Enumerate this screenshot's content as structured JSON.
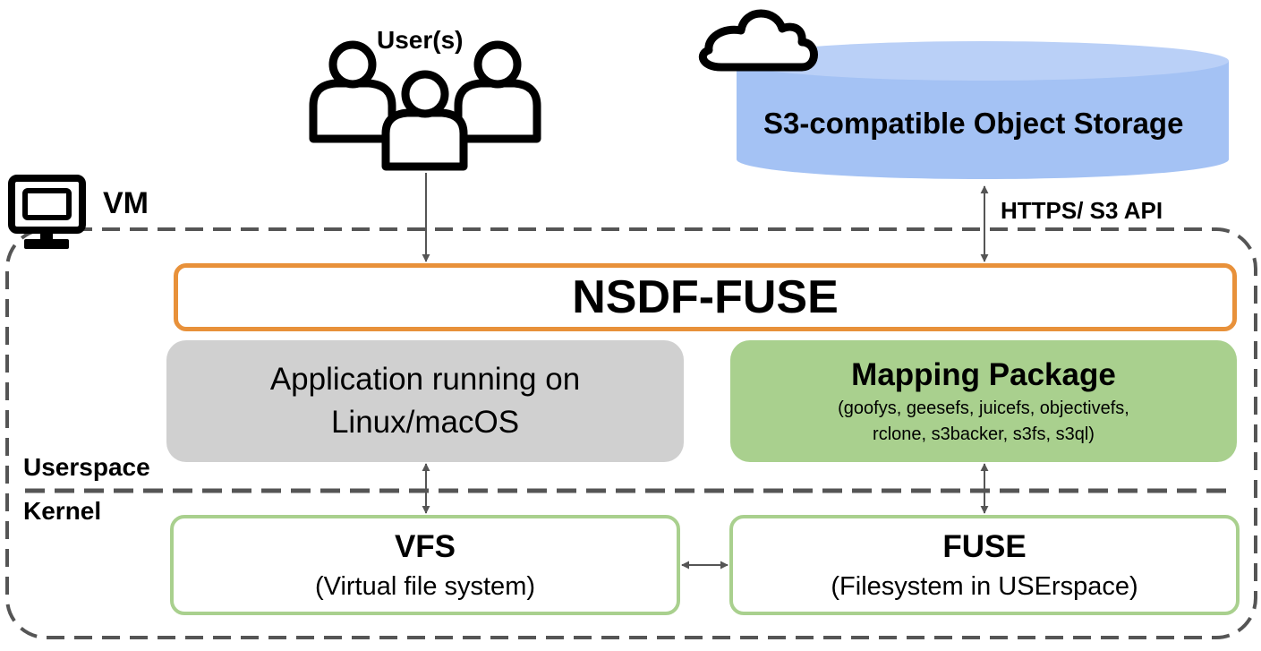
{
  "users": {
    "label": "User(s)"
  },
  "storage": {
    "label": "S3-compatible Object Storage",
    "fill": "#a4c2f4"
  },
  "protocol": {
    "label": "HTTPS/ S3 API"
  },
  "vm": {
    "label": "VM"
  },
  "nsdf": {
    "label": "NSDF-FUSE",
    "border": "#e8913a"
  },
  "app": {
    "line1": "Application running on",
    "line2": "Linux/macOS",
    "fill": "#d0d0d0"
  },
  "mapping": {
    "title": "Mapping Package",
    "packages_line1": "(goofys, geesefs, juicefs, objectivefs,",
    "packages_line2": "rclone, s3backer, s3fs, s3ql)",
    "fill": "#a9d08e"
  },
  "layers": {
    "userspace": "Userspace",
    "kernel": "Kernel"
  },
  "vfs": {
    "title": "VFS",
    "subtitle": "(Virtual file system)"
  },
  "fuse": {
    "title": "FUSE",
    "subtitle": "(Filesystem in USErspace)"
  },
  "icons": [
    "users-icon",
    "cloud-icon",
    "monitor-icon"
  ]
}
